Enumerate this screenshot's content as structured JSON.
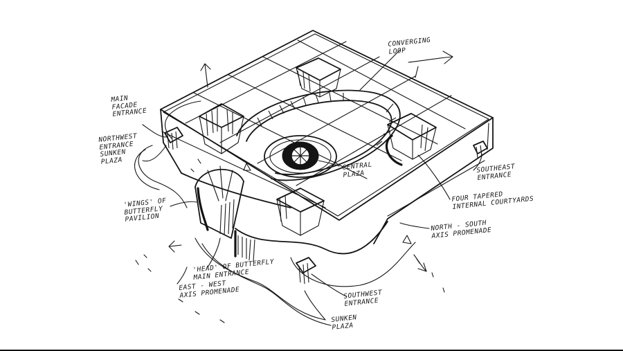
{
  "labels": {
    "converging_loop": "CONVERGING\nLOOP",
    "main_facade": "MAIN\nFACADE\nENTRANCE",
    "northwest": "NORTHWEST\nENTRANCE\nSUNKEN\nPLAZA",
    "central_plaza": "CENTRAL\nPLAZA",
    "southeast": "SOUTHEAST\nENTRANCE",
    "four_internal": "FOUR TAPERED\nINTERNAL COURTYARDS",
    "wings": "'WINGS' OF\nBUTTERFLY\nPAVILION",
    "north_south": "NORTH - SOUTH\nAXIS PROMENADE",
    "head_butterfly": "'HEAD' OF BUTTERFLY\nMAIN ENTRANCE",
    "east_west": "EAST - WEST\nAXIS PROMENADE",
    "southwest": "SOUTHWEST\nENTRANCE",
    "sunken_plaza": "SUNKEN\nPLAZA"
  }
}
